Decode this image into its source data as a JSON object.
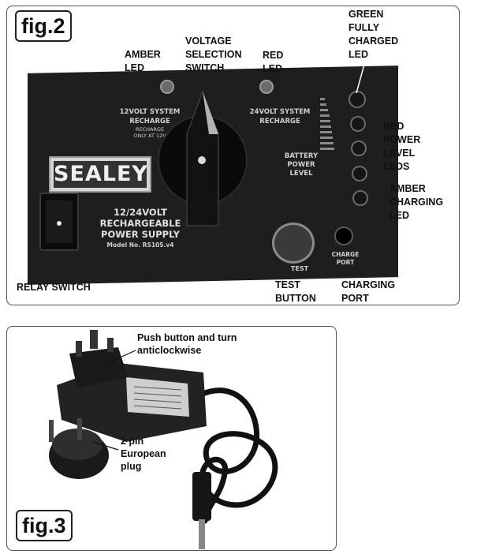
{
  "fig2": {
    "label": "fig.2",
    "callouts": {
      "amber_led": "AMBER\nLED",
      "voltage_switch": "VOLTAGE\nSELECTION\nSWITCH",
      "red_led": "RED\nLED",
      "green_led": "GREEN\nFULLY\nCHARGED\nLED",
      "red_power_leds": "RED\nPOWER\nLEVEL\nLEDS",
      "amber_charging_led": "AMBER\nCHARGING\nLED",
      "relay_switch": "RELAY SWITCH",
      "test_button": "TEST\nBUTTON",
      "charging_port": "CHARGING\nPORT"
    },
    "panel_text": {
      "system12": "12VOLT SYSTEM\nRECHARGE",
      "system12_note": "RECHARGE\nONLY AT 12V",
      "system24": "24VOLT SYSTEM\nRECHARGE",
      "battery_power_level": "BATTERY\nPOWER\nLEVEL",
      "brand": "SEALEY",
      "product": "12/24VOLT\nRECHARGEABLE\nPOWER SUPPLY",
      "model": "Model No. RS105.v4",
      "charge_port": "CHARGE\nPORT",
      "test": "TEST"
    }
  },
  "fig3": {
    "label": "fig.3",
    "callouts": {
      "push_button": "Push button and turn\nanticlockwise",
      "euro_plug": "2 pin\nEuropean\nplug"
    }
  }
}
